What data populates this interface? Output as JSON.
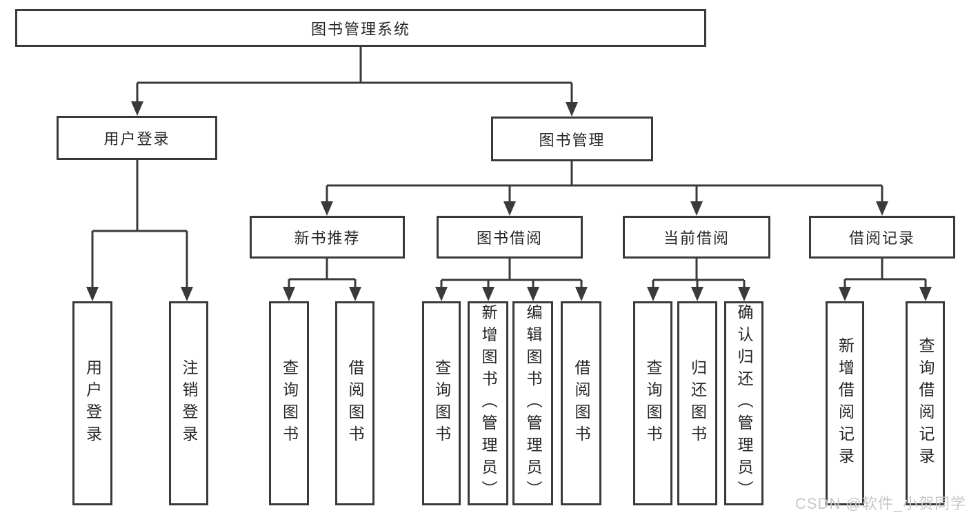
{
  "tree": {
    "root": "图书管理系统",
    "children": [
      {
        "label": "用户登录",
        "children": [
          "用户登录",
          "注销登录"
        ]
      },
      {
        "label": "图书管理",
        "children": [
          {
            "label": "新书推荐",
            "children": [
              "查询图书",
              "借阅图书"
            ]
          },
          {
            "label": "图书借阅",
            "children": [
              "查询图书",
              "新增图书（管理员）",
              "编辑图书（管理员）",
              "借阅图书"
            ]
          },
          {
            "label": "当前借阅",
            "children": [
              "查询图书",
              "归还图书",
              "确认归还（管理员）"
            ]
          },
          {
            "label": "借阅记录",
            "children": [
              "新增借阅记录",
              "查询借阅记录"
            ]
          }
        ]
      }
    ]
  },
  "watermark": {
    "text": "CSDN @软件_小贺同学"
  },
  "colors": {
    "line": "#3a3a3a",
    "box_border": "#3a3a3a",
    "text": "#262626",
    "watermark": "#c8c8c8",
    "background": "#ffffff"
  }
}
